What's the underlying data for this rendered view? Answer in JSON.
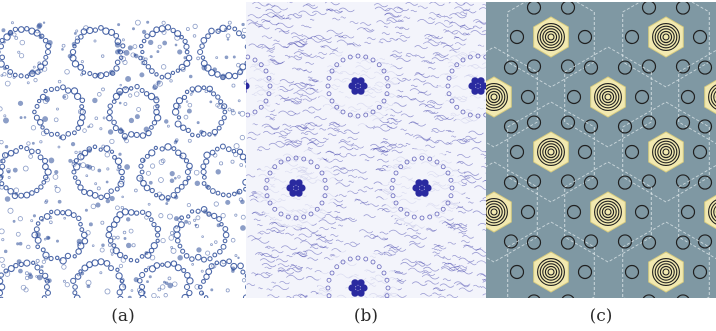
{
  "figure": {
    "panels": [
      {
        "caption": "(a)",
        "description_icon": "porous-framework-lattice",
        "ink_color": "#2f4f9a",
        "background": "#ffffff"
      },
      {
        "caption": "(b)",
        "description_icon": "hexagonal-protein-lattice",
        "ink_color": "#2a2aa0",
        "background": "#f3f4fb"
      },
      {
        "caption": "(c)",
        "description_icon": "hexagonal-cell-schematic",
        "ink_color": "#202020",
        "background": "#7f98a3",
        "accent": "#f2e9b0"
      }
    ]
  }
}
